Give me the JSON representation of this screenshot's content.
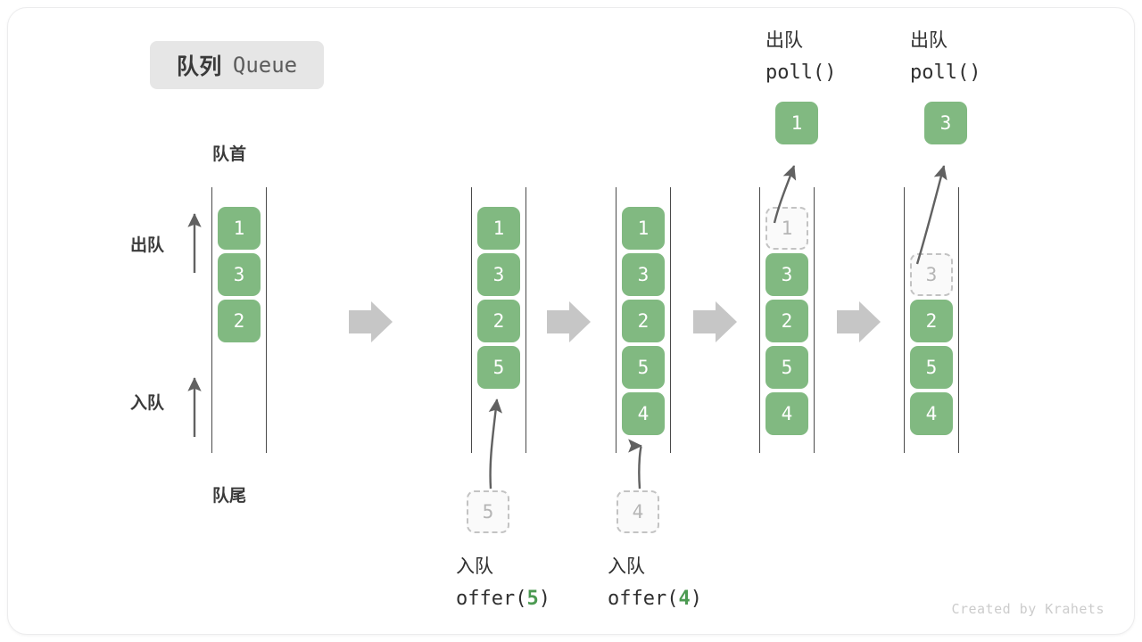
{
  "figure": {
    "title_cn": "队列",
    "title_en": "Queue",
    "front_label": "队首",
    "rear_label": "队尾",
    "dequeue_arrow_label": "出队",
    "enqueue_arrow_label": "入队",
    "credit": "Created by Krahets",
    "colors": {
      "cell_fill": "#81b981",
      "cell_text": "#ffffff",
      "ghost_fill": "#fafafa",
      "ghost_border": "#c3c3c3",
      "ghost_text": "#b5b5b5",
      "rail": "#4a4a4a",
      "arrow": "#616161",
      "step_arrow": "#c6c6c6",
      "badge_bg": "#e6e6e6",
      "text": "#3a3a3a",
      "accent_green": "#4c9a52"
    }
  },
  "operations": {
    "offer5": {
      "cn": "入队",
      "fn_prefix": "offer(",
      "fn_value": "5",
      "fn_suffix": ")"
    },
    "offer4": {
      "cn": "入队",
      "fn_prefix": "offer(",
      "fn_value": "4",
      "fn_suffix": ")"
    },
    "poll1": {
      "cn": "出队",
      "fn": "poll()",
      "result": "1"
    },
    "poll2": {
      "cn": "出队",
      "fn": "poll()",
      "result": "3"
    }
  },
  "stages": [
    {
      "id": "stage-initial",
      "cells": [
        {
          "value": "1",
          "state": "filled"
        },
        {
          "value": "3",
          "state": "filled"
        },
        {
          "value": "2",
          "state": "filled"
        }
      ]
    },
    {
      "id": "stage-after-offer-5",
      "cells": [
        {
          "value": "1",
          "state": "filled"
        },
        {
          "value": "3",
          "state": "filled"
        },
        {
          "value": "2",
          "state": "filled"
        },
        {
          "value": "5",
          "state": "filled"
        }
      ],
      "pending_value": "5"
    },
    {
      "id": "stage-after-offer-4",
      "cells": [
        {
          "value": "1",
          "state": "filled"
        },
        {
          "value": "3",
          "state": "filled"
        },
        {
          "value": "2",
          "state": "filled"
        },
        {
          "value": "5",
          "state": "filled"
        },
        {
          "value": "4",
          "state": "filled"
        }
      ],
      "pending_value": "4"
    },
    {
      "id": "stage-after-poll-1",
      "cells": [
        {
          "value": "1",
          "state": "ghost"
        },
        {
          "value": "3",
          "state": "filled"
        },
        {
          "value": "2",
          "state": "filled"
        },
        {
          "value": "5",
          "state": "filled"
        },
        {
          "value": "4",
          "state": "filled"
        }
      ],
      "popped_value": "1"
    },
    {
      "id": "stage-after-poll-3",
      "cells": [
        {
          "value": "",
          "state": "empty"
        },
        {
          "value": "3",
          "state": "ghost"
        },
        {
          "value": "2",
          "state": "filled"
        },
        {
          "value": "5",
          "state": "filled"
        },
        {
          "value": "4",
          "state": "filled"
        }
      ],
      "popped_value": "3"
    }
  ]
}
